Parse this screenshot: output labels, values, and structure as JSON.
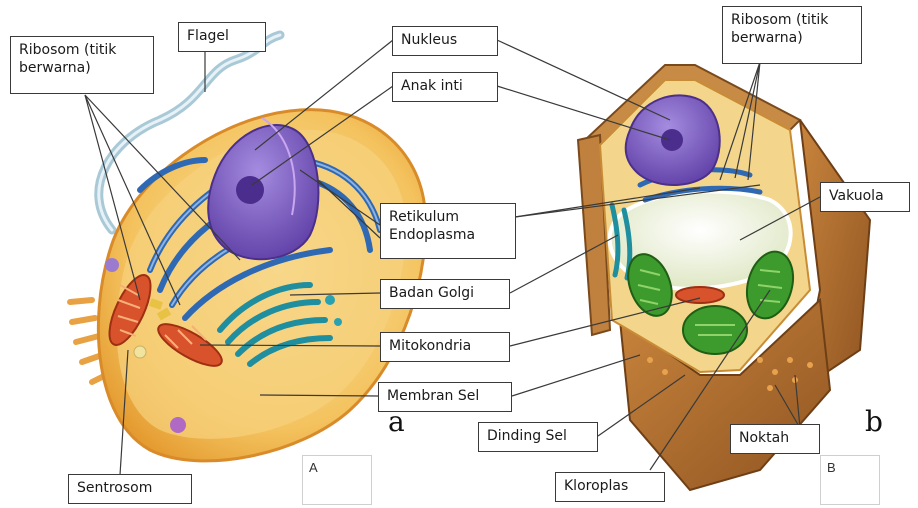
{
  "labels": {
    "ribosom_left": "Ribosom (titik berwarna)",
    "flagel": "Flagel",
    "nukleus": "Nukleus",
    "anak_inti": "Anak inti",
    "ribosom_right": "Ribosom (titik berwarna)",
    "retikulum": "Retikulum Endoplasma",
    "vakuola": "Vakuola",
    "badan_golgi": "Badan Golgi",
    "mitokondria": "Mitokondria",
    "membran_sel": "Membran Sel",
    "dinding_sel": "Dinding Sel",
    "noktah": "Noktah",
    "kloroplas": "Kloroplas",
    "sentrosom": "Sentrosom"
  },
  "panel_letters": {
    "a": "a",
    "b": "b",
    "A": "A",
    "B": "B"
  },
  "colors": {
    "cell_outer": "#f2b548",
    "cell_inner": "#f7d98a",
    "er": "#2f69b3",
    "nucleus": "#7b5cc0",
    "golgi": "#1f8e9e",
    "mitochondria": "#d8532b",
    "chloroplast": "#3c9b2c",
    "wall": "#b5702e",
    "vacuole": "#e9eed7",
    "leader": "#3a3a3a"
  }
}
